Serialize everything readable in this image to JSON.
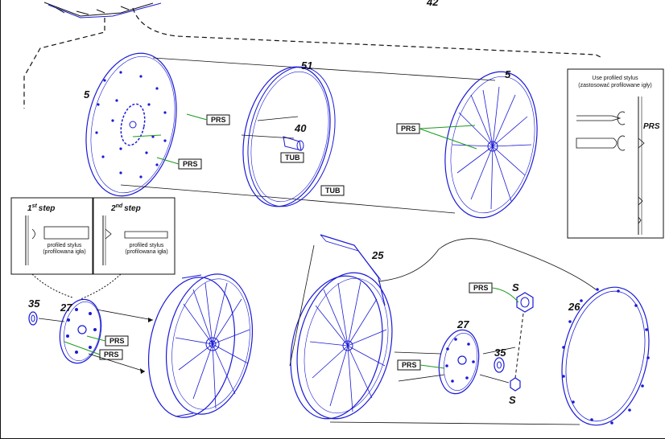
{
  "parts": {
    "p42": "42",
    "p51": "51",
    "p5_left": "5",
    "p5_right": "5",
    "p40": "40",
    "p25": "25",
    "p26": "26",
    "p27_left": "27",
    "p27_right": "27",
    "p35_left": "35",
    "p35_right": "35",
    "s_top": "S",
    "s_bottom": "S"
  },
  "tags": {
    "prs": "PRS",
    "tub": "TUB"
  },
  "note": {
    "line1": "Use profiled stylus",
    "line2": "(zastosować profilowane igły)",
    "prs": "PRS"
  },
  "steps": {
    "first_num": "1",
    "first_sup": "st",
    "first_word": "step",
    "second_num": "2",
    "second_sup": "nd",
    "second_word": "step",
    "stylus_line1": "profiled stylus",
    "stylus_line2": "(profilowana igła)"
  }
}
